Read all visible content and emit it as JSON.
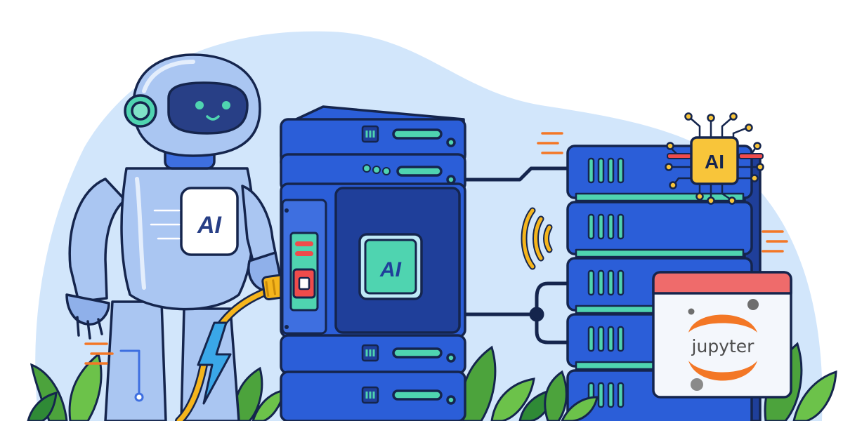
{
  "robot": {
    "chest_label": "AI"
  },
  "server_left": {
    "screen_label": "AI"
  },
  "server_right": {
    "chip_label": "AI"
  },
  "jupyter": {
    "logo_text": "jupyter"
  },
  "colors": {
    "background_blob": "#d2e6fb",
    "server_blue": "#2b5ed8",
    "server_dark": "#1f3f9a",
    "outline": "#15254d",
    "accent_teal": "#4fd4b0",
    "robot_body": "#aac6f2",
    "robot_face": "#283f86",
    "cable_yellow": "#f5b51c",
    "jupyter_orange": "#f37726",
    "card_header": "#ef6b6b",
    "chip_yellow": "#f8c53a",
    "plant_green": "#4ca33c"
  },
  "icons": [
    "robot-icon",
    "server-rack-icon",
    "plug-icon",
    "lightning-bolt-icon",
    "wifi-signal-icon",
    "ai-chip-icon",
    "jupyter-logo-icon",
    "plant-icon"
  ]
}
